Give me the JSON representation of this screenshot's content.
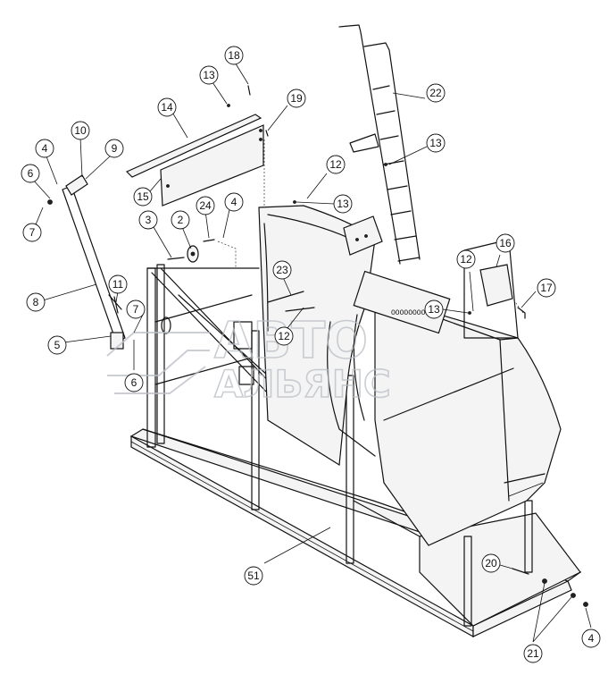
{
  "diagram": {
    "watermark": {
      "line1": "АВТО",
      "line2": "АЛЬЯНС"
    },
    "callouts": [
      "51",
      "22",
      "21",
      "20",
      "19",
      "18",
      "17",
      "16",
      "15",
      "14",
      "13",
      "12",
      "11",
      "10",
      "9",
      "8",
      "7",
      "6",
      "5",
      "4",
      "3",
      "2",
      "24",
      "23"
    ]
  }
}
